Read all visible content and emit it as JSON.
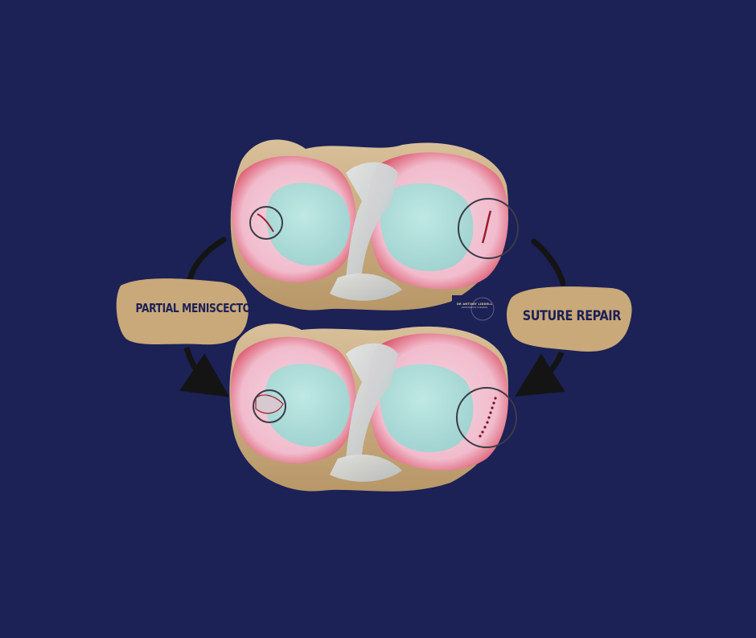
{
  "labels": {
    "left": "Partial Meniscectomy",
    "right": "Suture Repair"
  },
  "watermark": {
    "name": "DR ANTONY LIDDELL",
    "subtitle": "ORTHOPAEDIC SURGEON"
  },
  "colors": {
    "background": "#1c2156",
    "label_fill": "#c9a879",
    "label_text": "#1c2156",
    "meniscus_rim": "#d94a5a",
    "meniscus_inner": "#f3c3d2",
    "cartilage": "#aee0dd",
    "bone": "#c8ad82",
    "ligament": "#cfd4d6",
    "arrow": "#141414"
  }
}
